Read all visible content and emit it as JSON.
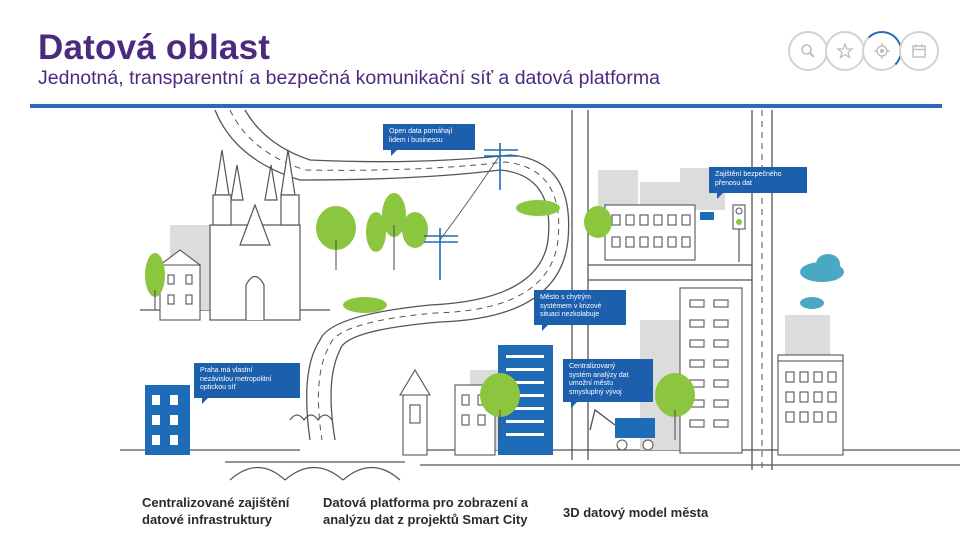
{
  "header": {
    "title": "Datová oblast",
    "subtitle": "Jednotná, transparentní a bezpečná komunikační síť a datová platforma"
  },
  "nav_buttons": [
    {
      "icon": "magnifier-icon"
    },
    {
      "icon": "star-icon"
    },
    {
      "icon": "target-icon",
      "active": true
    },
    {
      "icon": "calendar-icon"
    }
  ],
  "callouts": {
    "open_data": "Open data pomáhají\nlidem i businessu",
    "security": "Zajištění bezpečného\npřenosu dat",
    "smart_city": "Město s chytrým\nsystémem v krizové\nsituaci nezkolabuje",
    "optical": "Praha má vlastní\nnezávislou metropolitní\noptickou síť",
    "analytics": "Centralizovaný\nsystém analýzy dat\numožní městu\nsmysluplný vývoj"
  },
  "captions": {
    "infra": "Centralizované zajištění\ndatové infrastruktury",
    "platform": "Datová platforma pro zobrazení a\nanalýzu dat z projektů Smart City",
    "model": "3D datový model města"
  },
  "colors": {
    "title": "#4b2a7f",
    "rule": "#2a6ab8",
    "callout": "#1b5fad",
    "building_blue": "#1e6bb8",
    "tree_green": "#8cc63f",
    "cloud": "#4aa8c4",
    "grey": "#dcdcdc"
  }
}
